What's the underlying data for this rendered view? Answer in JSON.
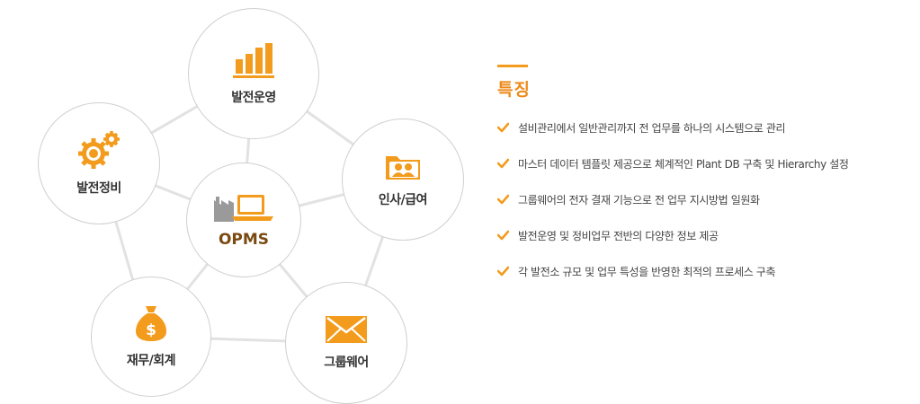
{
  "diagram": {
    "center": {
      "label": "OPMS",
      "icon": "factory-laptop-icon"
    },
    "nodes": {
      "generation": {
        "label": "발전운영",
        "icon": "bar-chart-icon"
      },
      "hr": {
        "label": "인사/급여",
        "icon": "users-folder-icon"
      },
      "groupware": {
        "label": "그룹웨어",
        "icon": "envelope-icon"
      },
      "finance": {
        "label": "재무/회계",
        "icon": "money-bag-icon"
      },
      "maintenance": {
        "label": "발전정비",
        "icon": "gears-icon"
      }
    }
  },
  "features": {
    "title": "특징",
    "items": [
      "설비관리에서 일반관리까지 전 업무를 하나의 시스템으로 관리",
      "마스터 데이터 템플릿 제공으로 체계적인 Plant DB 구축 및 Hierarchy 설정",
      "그룹웨어의 전자 결재 기능으로 전 업무 지시방법 일원화",
      "발전운영 및 정비업무 전반의 다양한 정보 제공",
      "각 발전소 규모 및 업무 특성을 반영한 최적의 프로세스 구축"
    ]
  },
  "colors": {
    "accent": "#f29b1c",
    "center_label": "#7a4a12",
    "line": "#e2e2e2",
    "border": "#cfcfcf"
  }
}
